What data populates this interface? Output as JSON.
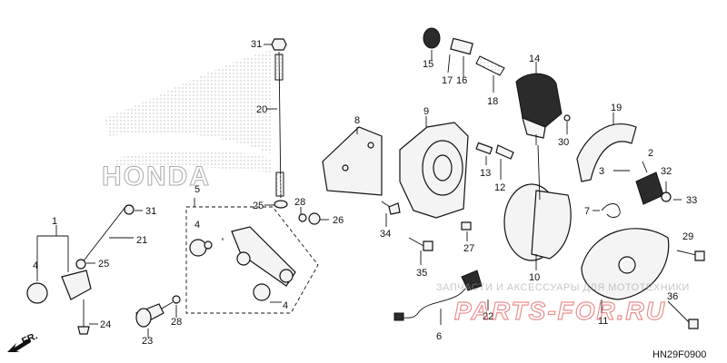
{
  "diagram": {
    "code": "HN29F0900",
    "direction_label": "FR.",
    "brand_watermark": "HONDA",
    "site_watermark_line1": "ЗАПЧАСТИ И АКСЕССУАРЫ ДЛЯ МОТОТЕХНИКИ",
    "site_watermark_logo": "PARTS-FOR.RU",
    "callouts": [
      "1",
      "2",
      "3",
      "4",
      "4",
      "4",
      "5",
      "6",
      "7",
      "8",
      "9",
      "10",
      "11",
      "12",
      "13",
      "14",
      "15",
      "16",
      "17",
      "18",
      "19",
      "20",
      "21",
      "22",
      "23",
      "24",
      "25",
      "25",
      "26",
      "27",
      "28",
      "28",
      "29",
      "30",
      "31",
      "31",
      "32",
      "33",
      "34",
      "35",
      "36"
    ]
  }
}
